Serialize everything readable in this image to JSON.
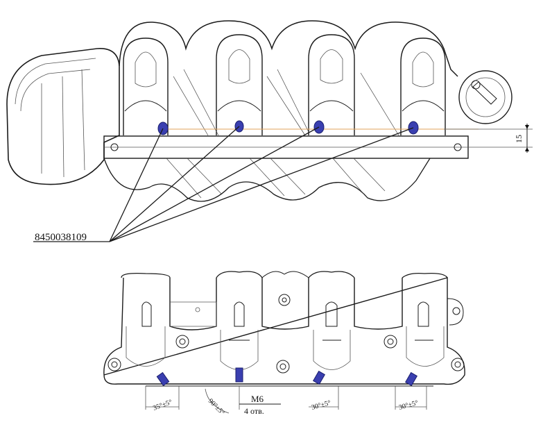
{
  "labels": {
    "part_number": "8450038109",
    "dim_offset": "15",
    "thread": "M6",
    "holes": "4 отв.",
    "angle_1": "35°±5°",
    "angle_2": "90°±5°",
    "angle_3": "30°±5°",
    "angle_4": "30°±5°"
  },
  "colors": {
    "line": "#1a1a1a",
    "sensor": "#3a3fb0",
    "centerline": "#e2a35a"
  },
  "icons": {
    "sensor": "injector-sensor-icon",
    "bolt": "bolt-hole-icon"
  }
}
